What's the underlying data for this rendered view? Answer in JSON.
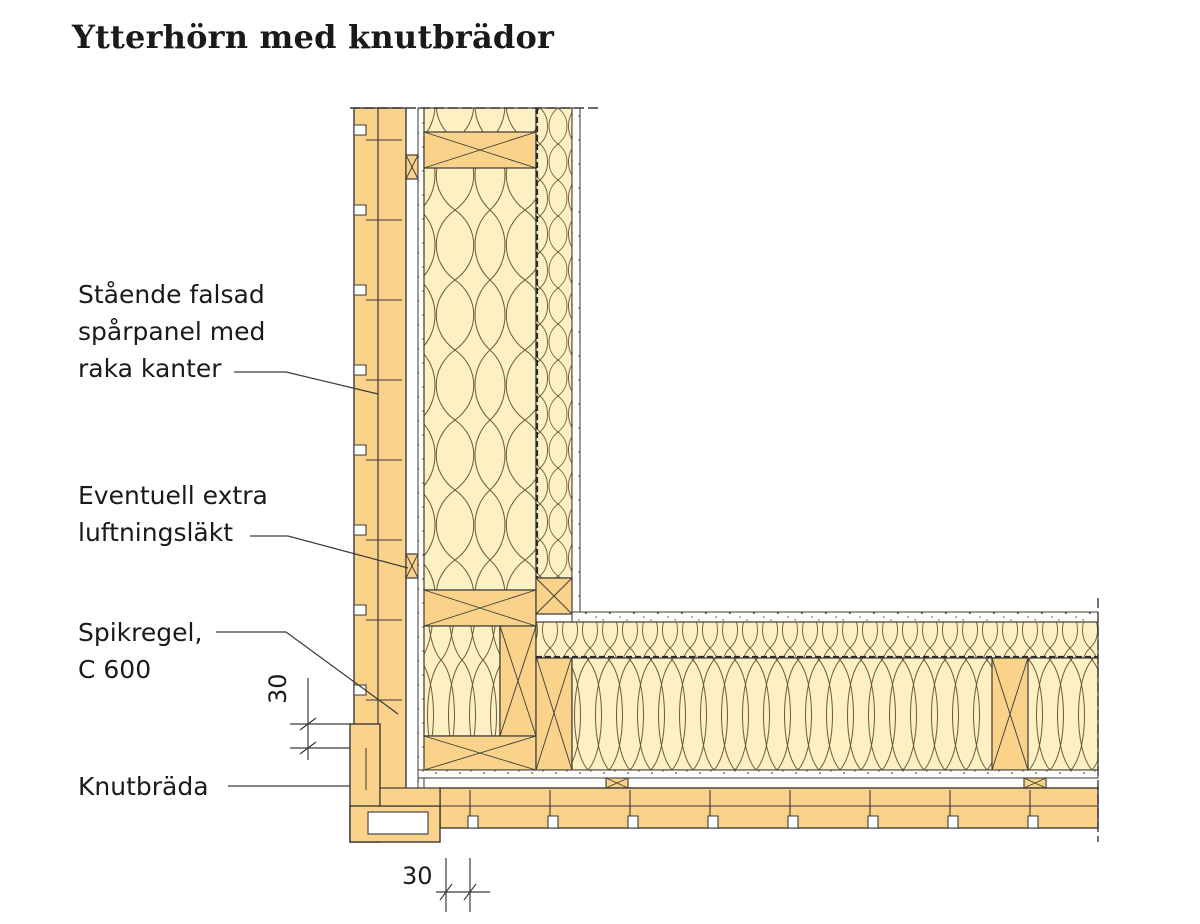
{
  "title": "Ytterhörn med knutbrädor",
  "labels": {
    "panel": [
      "Stående falsad",
      "spårpanel med",
      "raka kanter"
    ],
    "lath": [
      "Eventuell extra",
      "luftningsläkt"
    ],
    "nailer": [
      "Spikregel,",
      "C 600"
    ],
    "cornerboard": [
      "Knutbräda"
    ]
  },
  "dimensions": {
    "vertical": "30",
    "horizontal": "30"
  },
  "colors": {
    "wood": "#fbd28a",
    "wood_dark": "#f2bf6a",
    "insulation": "#fdf0c2",
    "line": "#3a3a3a"
  }
}
